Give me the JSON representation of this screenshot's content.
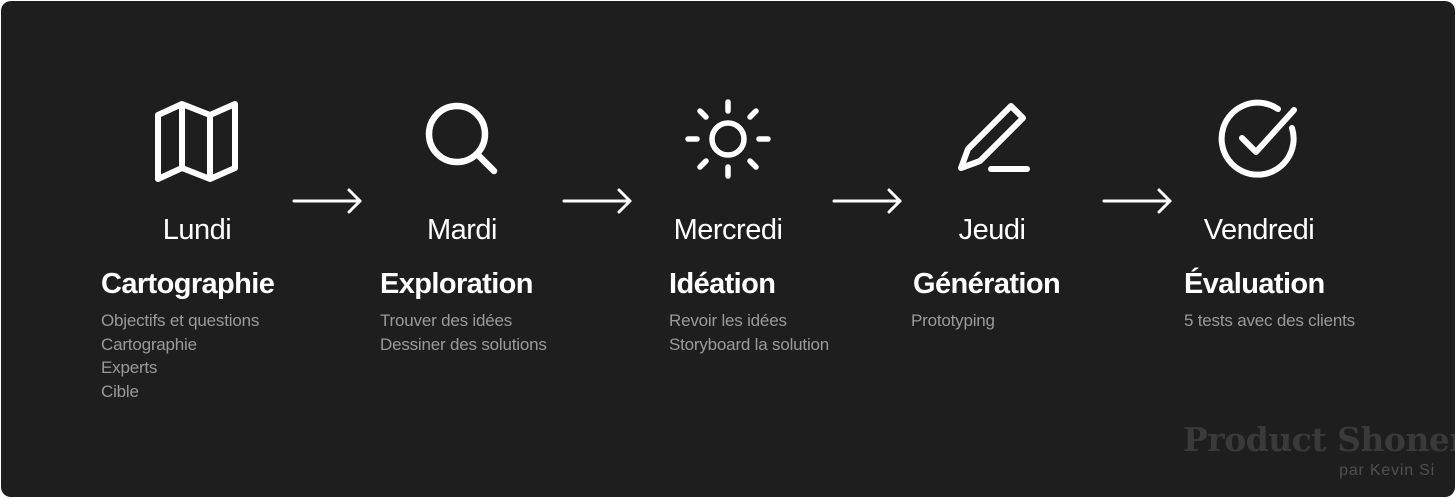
{
  "steps": [
    {
      "icon": "map-icon",
      "day": "Lundi",
      "title": "Cartographie",
      "items": [
        "Objectifs et questions",
        "Cartographie",
        "Experts",
        "Cible"
      ]
    },
    {
      "icon": "search-icon",
      "day": "Mardi",
      "title": "Exploration",
      "items": [
        "Trouver des idées",
        "Dessiner des solutions"
      ]
    },
    {
      "icon": "sun-icon",
      "day": "Mercredi",
      "title": "Idéation",
      "items": [
        "Revoir les idées",
        "Storyboard la solution"
      ]
    },
    {
      "icon": "pencil-icon",
      "day": "Jeudi",
      "title": "Génération",
      "items": [
        "Prototyping"
      ]
    },
    {
      "icon": "check-circle-icon",
      "day": "Vendredi",
      "title": "Évaluation",
      "items": [
        "5 tests avec des clients"
      ]
    }
  ],
  "watermark": {
    "brand": "Product Shonen",
    "author": "par Kevin Si"
  },
  "colors": {
    "background": "#1e1e1e",
    "text": "#ffffff",
    "muted": "#9a9a9a"
  }
}
